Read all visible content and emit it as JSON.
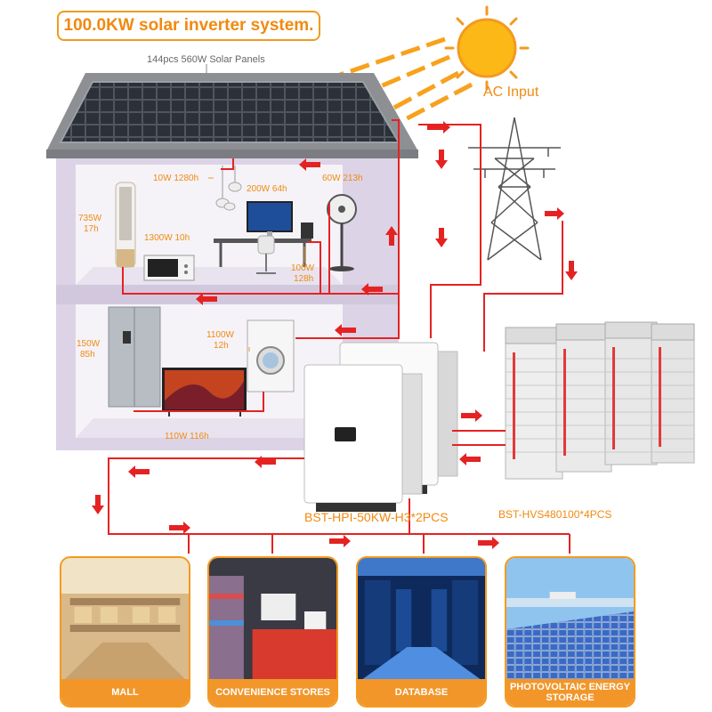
{
  "title": "100.0KW solar inverter system.",
  "panels_label": "144pcs 560W Solar Panels",
  "ac_input": "AC Input",
  "inverter_label": "BST-HPI-50KW-H3*2PCS",
  "battery_label": "BST-HVS480100*4PCS",
  "appliances": {
    "light": "10W 1280h",
    "computer": "200W 64h",
    "fan": "60W 213h",
    "ac_unit_watt": "735W",
    "ac_unit_hours": "17h",
    "microwave": "1300W 10h",
    "speaker_watt": "100W",
    "speaker_hours": "128h",
    "fridge_watt": "150W",
    "fridge_hours": "85h",
    "washer_watt": "1100W",
    "washer_hours": "12h",
    "tv": "110W 116h"
  },
  "cards": [
    {
      "label": "MALL"
    },
    {
      "label": "CONVENIENCE STORES"
    },
    {
      "label": "DATABASE"
    },
    {
      "label": "PHOTOVOLTAIC ENERGY STORAGE"
    }
  ],
  "colors": {
    "accent": "#f08a10",
    "wire": "#e52222",
    "house": "#dcd3e6"
  }
}
